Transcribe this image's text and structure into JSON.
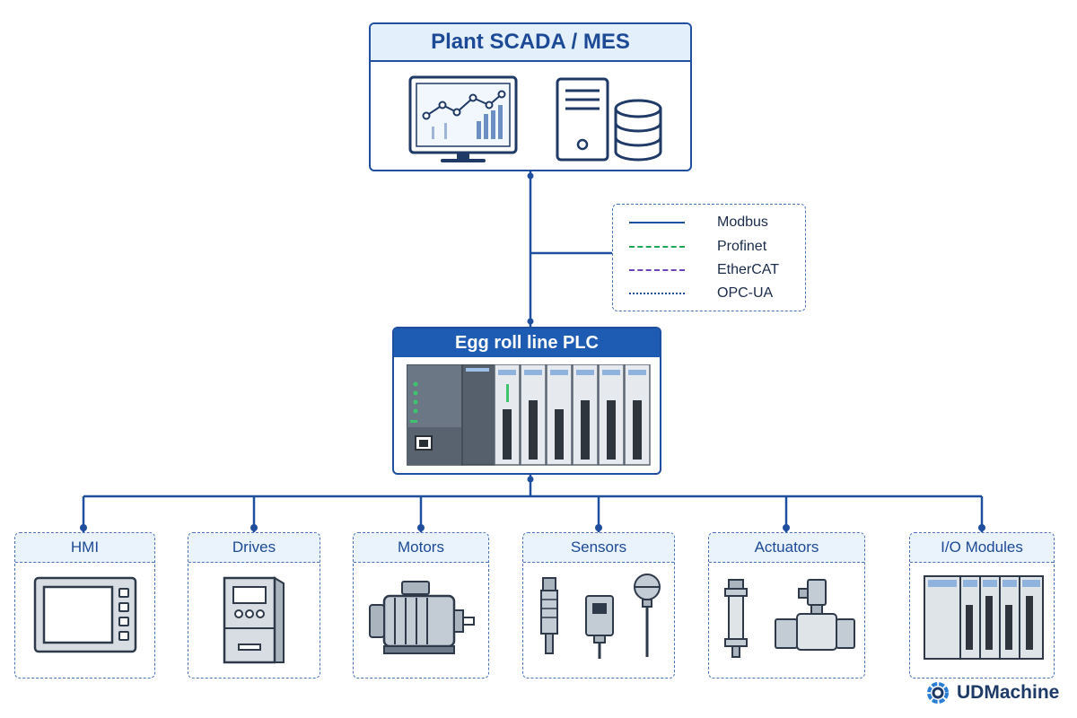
{
  "scada": {
    "title": "Plant SCADA / MES",
    "icons": [
      "monitor-chart-icon",
      "server-tower-icon",
      "database-icon"
    ]
  },
  "legend": {
    "items": [
      {
        "label": "Modbus",
        "style": "solid",
        "color": "#1f4f9e"
      },
      {
        "label": "Profinet",
        "style": "dashed",
        "color": "#1fa85a"
      },
      {
        "label": "EtherCAT",
        "style": "dashed",
        "color": "#6b46b8"
      },
      {
        "label": "OPC-UA",
        "style": "dotted",
        "color": "#1f4f9e"
      }
    ]
  },
  "plc": {
    "title": "Egg roll line PLC",
    "icon": "plc-rack-icon"
  },
  "devices": [
    {
      "label": "HMI",
      "icon": "hmi-panel-icon"
    },
    {
      "label": "Drives",
      "icon": "vfd-drive-icon"
    },
    {
      "label": "Motors",
      "icon": "electric-motor-icon"
    },
    {
      "label": "Sensors",
      "icon": "sensors-icon"
    },
    {
      "label": "Actuators",
      "icon": "actuators-icon"
    },
    {
      "label": "I/O Modules",
      "icon": "io-modules-icon"
    }
  ],
  "logo": {
    "text": "UDMachine",
    "icon": "gear-logo-icon"
  },
  "colors": {
    "primary": "#1f4f9e",
    "header_fill": "#e3effb",
    "plc_header": "#1e5cb3"
  }
}
